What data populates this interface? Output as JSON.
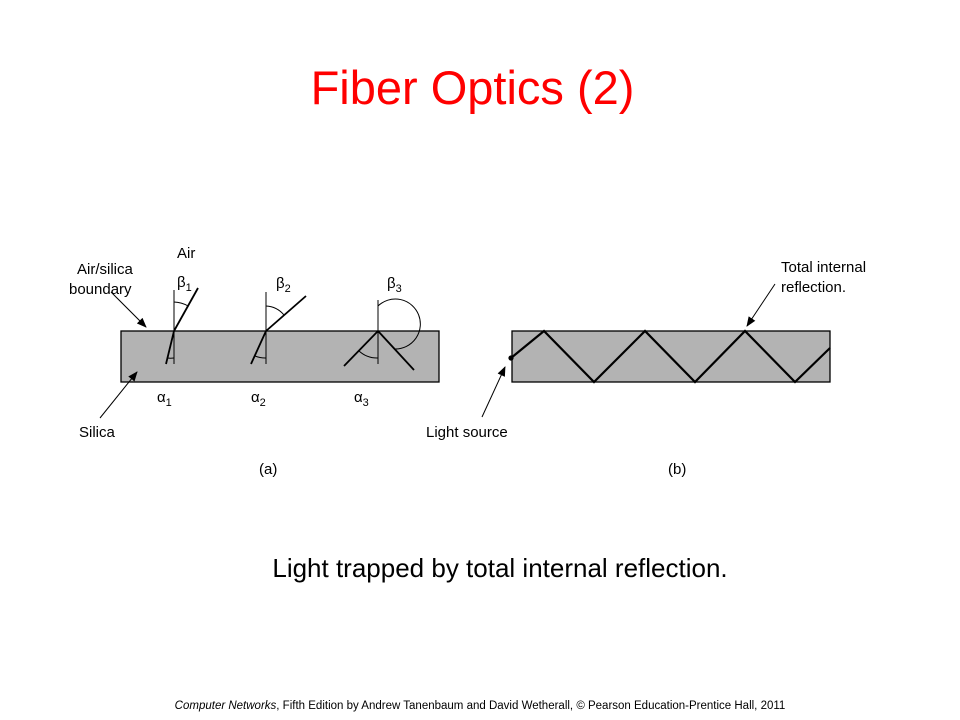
{
  "slide": {
    "title": "Fiber Optics (2)",
    "caption": "Light trapped by total internal reflection.",
    "footer": {
      "book_title": "Computer Networks",
      "rest": ", Fifth Edition by Andrew Tanenbaum and David Wetherall, © Pearson Education-Prentice Hall, 2011"
    }
  },
  "figure_a": {
    "label_air": "Air",
    "label_boundary_line1": "Air/silica",
    "label_boundary_line2": "boundary",
    "label_silica": "Silica",
    "beta1": "β",
    "beta1_sub": "1",
    "beta2": "β",
    "beta2_sub": "2",
    "beta3": "β",
    "beta3_sub": "3",
    "alpha1": "α",
    "alpha1_sub": "1",
    "alpha2": "α",
    "alpha2_sub": "2",
    "alpha3": "α",
    "alpha3_sub": "3",
    "panel_label": "(a)"
  },
  "figure_b": {
    "label_tir_line1": "Total internal",
    "label_tir_line2": "reflection.",
    "label_source": "Light source",
    "panel_label": "(b)"
  },
  "colors": {
    "title": "#ff0000",
    "fiber_fill": "#b3b3b3"
  }
}
